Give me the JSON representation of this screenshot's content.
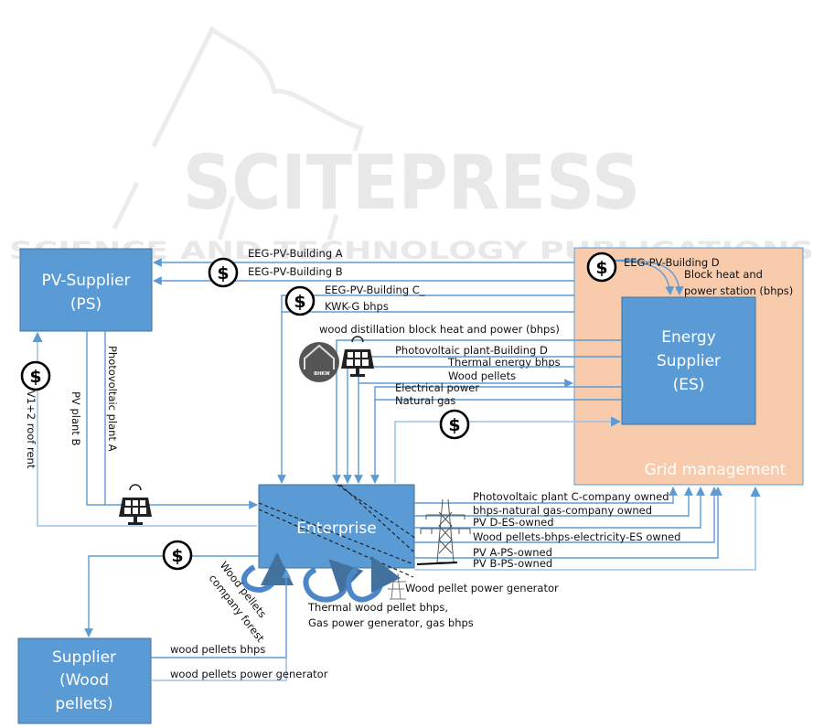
{
  "watermark": {
    "title": "SCITEPRESS",
    "subtitle": "SCIENCE AND TECHNOLOGY PUBLICATIONS"
  },
  "colors": {
    "box_fill": "#5b9bd5",
    "box_stroke": "#41719c",
    "grid_fill": "#f8cbad",
    "line": "#5b9bd5",
    "watermark": "#e8e8e8"
  },
  "nodes": {
    "pv_supplier": {
      "line1": "PV-Supplier",
      "line2": "(PS)"
    },
    "energy_supplier": {
      "line1": "Energy",
      "line2": "Supplier",
      "line3": "(ES)"
    },
    "grid": {
      "label": "Grid management"
    },
    "enterprise": {
      "label": "Enterprise"
    },
    "wood_supplier": {
      "line1": "Supplier",
      "line2": "(Wood",
      "line3": "pellets)"
    }
  },
  "payment_symbol": "$",
  "icons": {
    "bhkw_label": "BHKW"
  },
  "flows": {
    "eeg_a": "EEG-PV-Building A",
    "eeg_b": "EEG-PV-Building B",
    "eeg_c": "EEG-PV-Building C_",
    "kwk": "KWK-G bhps",
    "wood_distillation": "wood distillation block heat and power (bhps)",
    "pv_building_d": "Photovoltaic plant-Building D",
    "thermal_energy": "Thermal energy bhps",
    "wood_pellets": "Wood pellets",
    "electrical_power": "Electrical power",
    "natural_gas": "Natural gas",
    "eeg_d": "EEG-PV-Building D",
    "bhps_station_1": "Block heat and",
    "bhps_station_2": "power station (bhps)",
    "pv1_2_roof_rent": "PV1+2 roof rent",
    "pv_plant_b": "PV plant B",
    "pv_plant_a": "Photovoltaic plant A",
    "pv_c_company": "Photovoltaic plant C-company owned",
    "bhps_gas_company": "bhps-natural gas-company owned",
    "pv_d_es": "PV D-ES-owned",
    "wood_bhps_es": "Wood pellets-bhps-electricity-ES owned",
    "pv_a_ps": "PV A-PS-owned",
    "pv_b_ps": "PV B-PS-owned",
    "wood_pellet_generator": "Wood pellet power generator",
    "thermal_wood_1": "Thermal wood pellet bhps,",
    "thermal_wood_2": "Gas power generator, gas bhps",
    "wood_pellets_forest_1": "Wood pellets",
    "wood_pellets_forest_2": "company forest",
    "wood_pellets_bhps": "wood pellets bhps",
    "wood_pellets_power_gen": "wood pellets power generator"
  }
}
